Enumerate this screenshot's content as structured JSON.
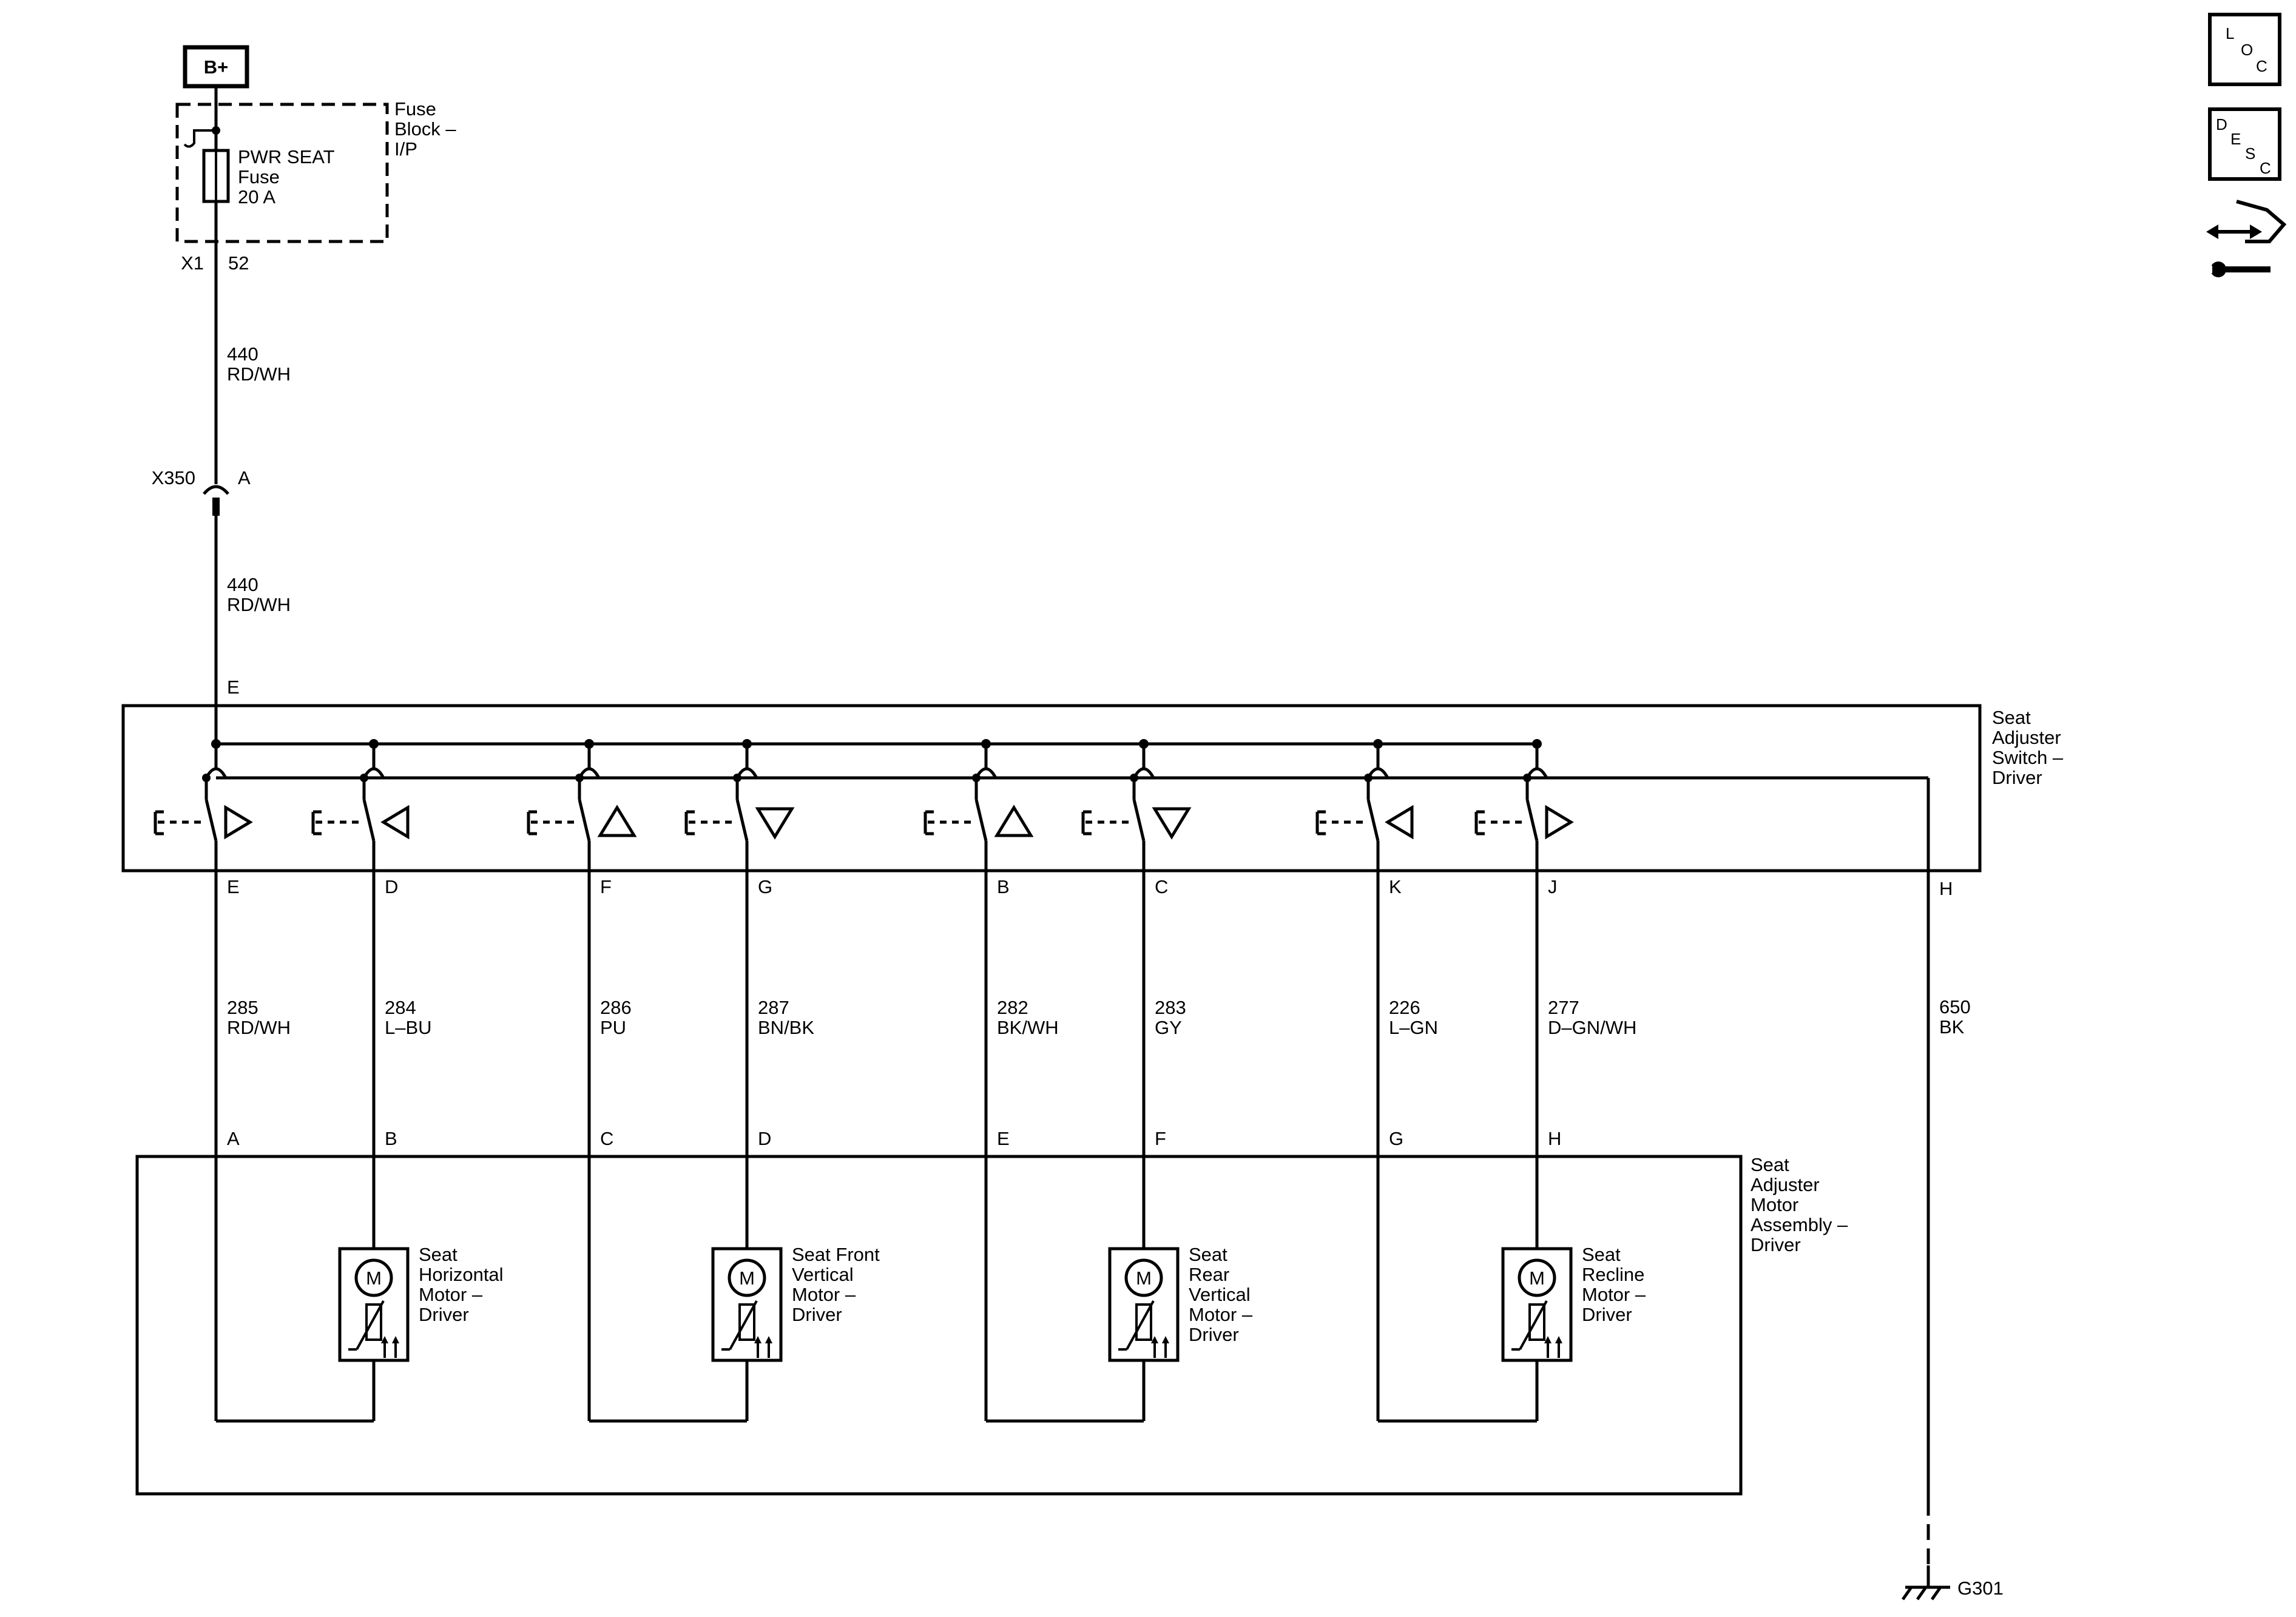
{
  "power": {
    "source": "B+"
  },
  "fuse_block": {
    "name": [
      "Fuse",
      "Block –",
      "I/P"
    ],
    "fuse": [
      "PWR SEAT",
      "Fuse",
      "20 A"
    ],
    "connector": "X1",
    "pin": "52"
  },
  "feed_wire_upper": {
    "circuit": "440",
    "color": "RD/WH"
  },
  "inline_connector": {
    "name": "X350",
    "pin": "A"
  },
  "feed_wire_lower": {
    "circuit": "440",
    "color": "RD/WH"
  },
  "switch": {
    "name": [
      "Seat",
      "Adjuster",
      "Switch –",
      "Driver"
    ],
    "feed_pin": "E",
    "ground_pin": "H",
    "outputs": [
      {
        "pin": "E",
        "circuit": "285",
        "color": "RD/WH",
        "arrow": "right-triangle"
      },
      {
        "pin": "D",
        "circuit": "284",
        "color": "L–BU",
        "arrow": "left-triangle"
      },
      {
        "pin": "F",
        "circuit": "286",
        "color": "PU",
        "arrow": "up-triangle"
      },
      {
        "pin": "G",
        "circuit": "287",
        "color": "BN/BK",
        "arrow": "down-triangle"
      },
      {
        "pin": "B",
        "circuit": "282",
        "color": "BK/WH",
        "arrow": "up-triangle"
      },
      {
        "pin": "C",
        "circuit": "283",
        "color": "GY",
        "arrow": "down-triangle"
      },
      {
        "pin": "K",
        "circuit": "226",
        "color": "L–GN",
        "arrow": "left-triangle"
      },
      {
        "pin": "J",
        "circuit": "277",
        "color": "D–GN/WH",
        "arrow": "right-triangle"
      }
    ]
  },
  "ground_wire": {
    "circuit": "650",
    "color": "BK"
  },
  "ground": {
    "name": "G301"
  },
  "motor_assembly": {
    "name": [
      "Seat",
      "Adjuster",
      "Motor",
      "Assembly –",
      "Driver"
    ],
    "pins": [
      "A",
      "B",
      "C",
      "D",
      "E",
      "F",
      "G",
      "H"
    ],
    "motor_symbol": "M",
    "motors": [
      {
        "name": [
          "Seat",
          "Horizontal",
          "Motor –",
          "Driver"
        ]
      },
      {
        "name": [
          "Seat Front",
          "Vertical",
          "Motor –",
          "Driver"
        ]
      },
      {
        "name": [
          "Seat",
          "Rear",
          "Vertical",
          "Motor –",
          "Driver"
        ]
      },
      {
        "name": [
          "Seat",
          "Recline",
          "Motor –",
          "Driver"
        ]
      }
    ]
  },
  "side_icons": {
    "loc": [
      "L",
      "O",
      "C"
    ],
    "desc": [
      "D",
      "E",
      "S",
      "C"
    ],
    "third": "arrows-wrench-icon"
  }
}
